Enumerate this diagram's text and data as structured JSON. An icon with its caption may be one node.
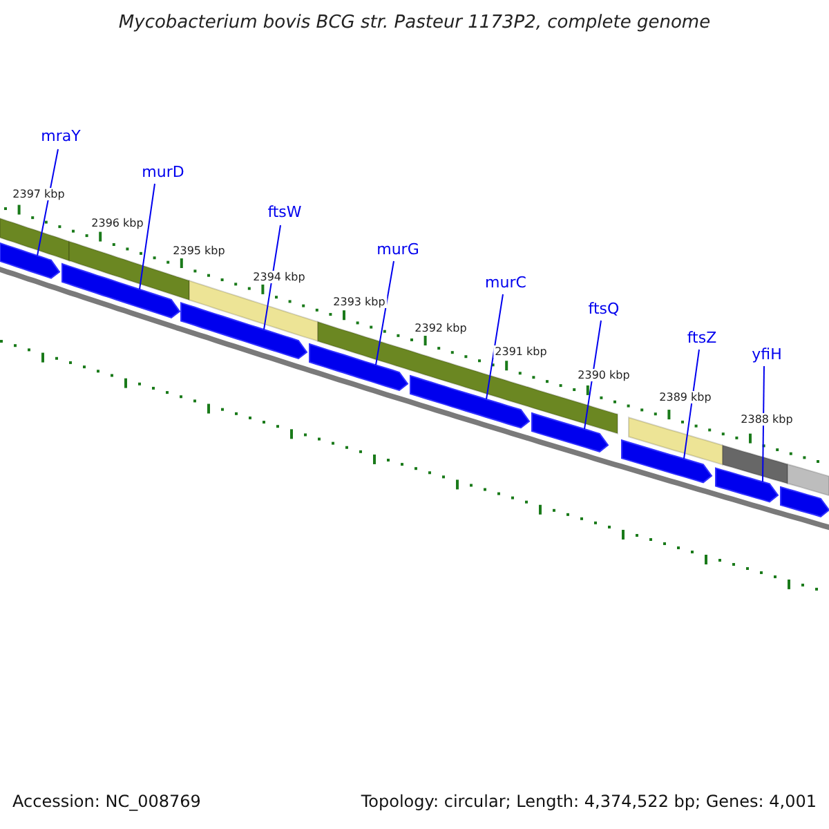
{
  "diagram": {
    "title": "Mycobacterium bovis BCG str. Pasteur 1173P2, complete genome",
    "nodes": [
      {
        "text": [
          "mraY"
        ]
      },
      {
        "text": [
          "murD"
        ]
      },
      {
        "text": [
          "ftsW"
        ]
      },
      {
        "text": [
          "murG"
        ]
      },
      {
        "text": [
          "murC"
        ]
      },
      {
        "text": [
          "ftsQ"
        ]
      },
      {
        "text": [
          "ftsZ"
        ]
      },
      {
        "text": [
          "yfiH"
        ]
      },
      {
        "text": [],
        "shape": "pentagon"
      },
      {
        "text": [],
        "shape": "pentagon"
      },
      {
        "text": [],
        "shape": "pentagon"
      },
      {
        "text": [],
        "shape": "pentagon"
      },
      {
        "text": [],
        "shape": "pentagon"
      },
      {
        "text": [],
        "shape": "pentagon"
      },
      {
        "text": [],
        "shape": "pentagon"
      },
      {
        "text": [],
        "shape": "pentagon"
      },
      {
        "text": [],
        "shape": "pentagon"
      },
      {
        "text": [],
        "shape": "bar"
      },
      {
        "text": [],
        "shape": "bar"
      },
      {
        "text": [],
        "shape": "bar"
      },
      {
        "text": [],
        "shape": "bar"
      },
      {
        "text": [],
        "shape": "bar"
      },
      {
        "text": [],
        "shape": "bar"
      },
      {
        "text": [],
        "shape": "bar"
      }
    ],
    "edges": [
      {
        "from": 0,
        "to": 8,
        "arrow": "none"
      },
      {
        "from": 1,
        "to": 9,
        "arrow": "none"
      },
      {
        "from": 2,
        "to": 10,
        "arrow": "none"
      },
      {
        "from": 3,
        "to": 11,
        "arrow": "none"
      },
      {
        "from": 4,
        "to": 12,
        "arrow": "none"
      },
      {
        "from": 5,
        "to": 13,
        "arrow": "none"
      },
      {
        "from": 6,
        "to": 14,
        "arrow": "none"
      },
      {
        "from": 7,
        "to": 15,
        "arrow": "none"
      }
    ],
    "labels": [
      "2397 kbp",
      "2396 kbp",
      "2395 kbp",
      "2394 kbp",
      "2393 kbp",
      "2392 kbp",
      "2391 kbp",
      "2390 kbp",
      "2389 kbp",
      "2388 kbp",
      "Accession: NC_008769",
      "Topology: circular; Length: 4,374,522 bp; Genes: 4,001"
    ]
  }
}
